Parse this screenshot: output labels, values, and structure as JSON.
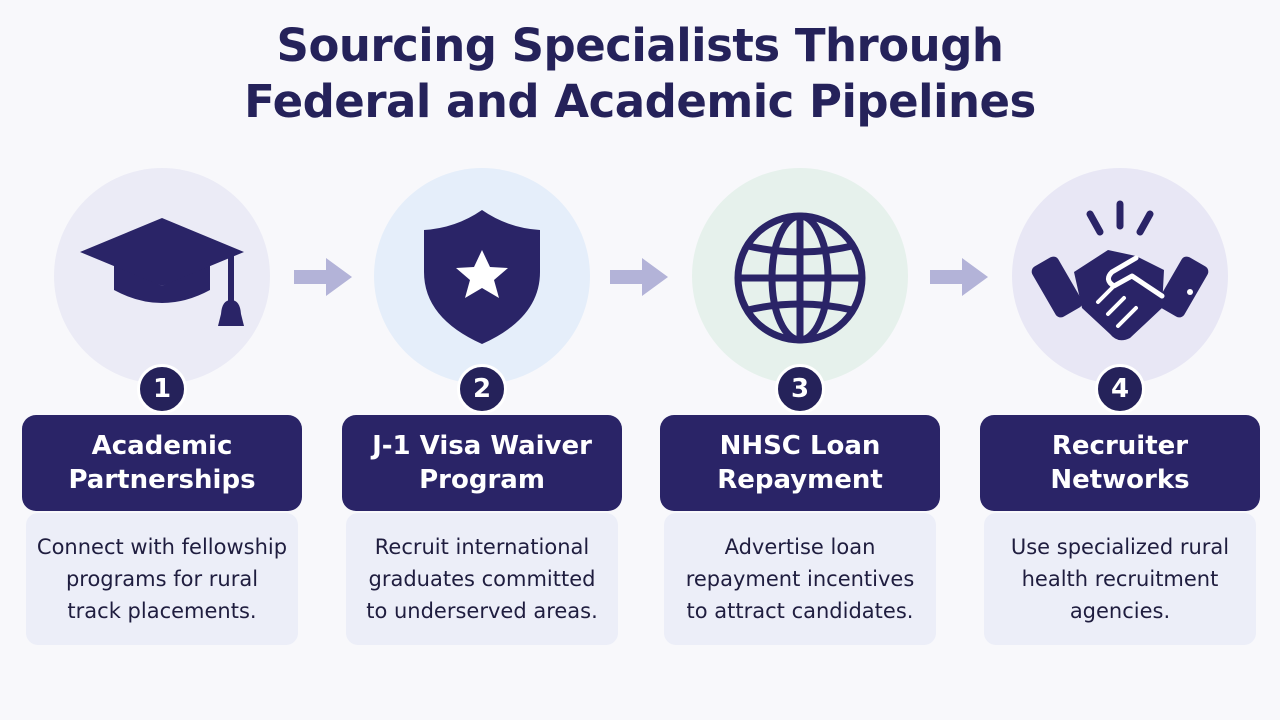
{
  "title": {
    "line1": "Sourcing Specialists Through",
    "line2": "Federal and Academic Pipelines"
  },
  "colors": {
    "navy": "#2a2467",
    "arrow": "#b3b3d8",
    "circle1": "#ebebf6",
    "circle2": "#e5eefa",
    "circle3": "#e6f1ec",
    "circle4": "#e8e7f5",
    "description_bg": "#eceef8"
  },
  "steps": [
    {
      "number": "1",
      "icon": "graduation-cap-icon",
      "heading_line1": "Academic",
      "heading_line2": "Partnerships",
      "desc_line1": "Connect with fellowship",
      "desc_line2": "programs for rural",
      "desc_line3": "track placements."
    },
    {
      "number": "2",
      "icon": "shield-star-icon",
      "heading_line1": "J-1 Visa Waiver",
      "heading_line2": "Program",
      "desc_line1": "Recruit international",
      "desc_line2": "graduates committed",
      "desc_line3": "to underserved areas."
    },
    {
      "number": "3",
      "icon": "globe-icon",
      "heading_line1": "NHSC Loan",
      "heading_line2": "Repayment",
      "desc_line1": "Advertise loan",
      "desc_line2": "repayment incentives",
      "desc_line3": "to attract candidates."
    },
    {
      "number": "4",
      "icon": "handshake-icon",
      "heading_line1": "Recruiter",
      "heading_line2": "Networks",
      "desc_line1": "Use specialized rural",
      "desc_line2": "health recruitment",
      "desc_line3": "agencies."
    }
  ]
}
